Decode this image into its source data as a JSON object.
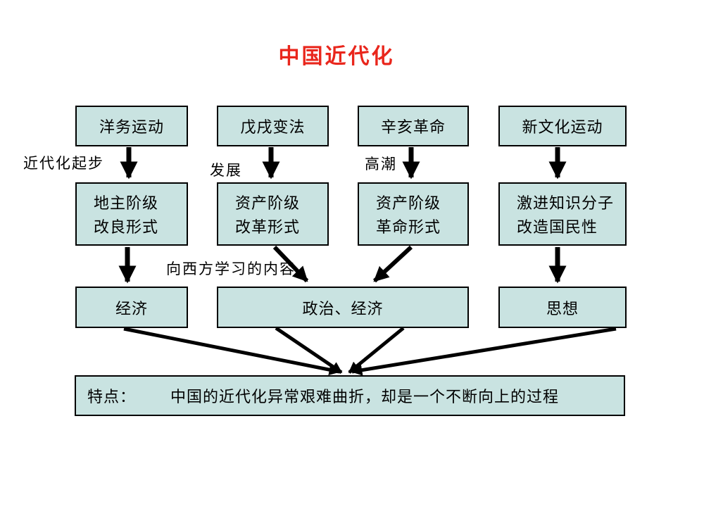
{
  "title": "中国近代化",
  "colors": {
    "title_red": "#e9261c",
    "box_fill": "#c9e3e1",
    "box_border": "#000000",
    "arrow": "#000000",
    "text": "#000000",
    "background": "#ffffff"
  },
  "row1_boxes": [
    {
      "label": "洋务运动"
    },
    {
      "label": "戊戌变法"
    },
    {
      "label": "辛亥革命"
    },
    {
      "label": "新文化运动"
    }
  ],
  "arrow_labels": {
    "start": "近代化起步",
    "develop": "发展",
    "climax": "高潮",
    "learning": "向西方学习的内容"
  },
  "row2_boxes": [
    {
      "line1": "地主阶级",
      "line2": "改良形式"
    },
    {
      "line1": "资产阶级",
      "line2": "改革形式"
    },
    {
      "line1": "资产阶级",
      "line2": "革命形式"
    },
    {
      "line1": "激进知识分子",
      "line2": "改造国民性"
    }
  ],
  "row3_boxes": [
    {
      "label": "经济"
    },
    {
      "label": "政治、经济"
    },
    {
      "label": "思想"
    }
  ],
  "conclusion": {
    "prefix": "特点：",
    "text": "中国的近代化异常艰难曲折，却是一个不断向上的过程"
  }
}
